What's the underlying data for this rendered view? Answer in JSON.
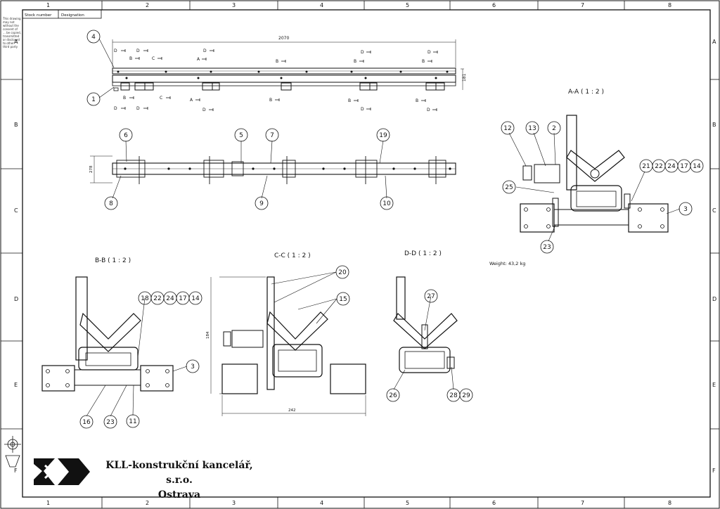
{
  "title_block": {
    "stock_number_label": "Stock number",
    "designation_label": "Designation",
    "company": "KLL-konstrukční kancelář, s.r.o.",
    "city": "Ostrava"
  },
  "legal_note": "This drawing may not without the consent of ... be copied, transmitted or disclosed to other third party",
  "frame": {
    "col_labels": [
      "1",
      "2",
      "3",
      "4",
      "5",
      "6",
      "7",
      "8"
    ],
    "row_labels": [
      "A",
      "B",
      "C",
      "D",
      "E",
      "F"
    ]
  },
  "main_view": {
    "length_dim": "2070",
    "height_dim": "181",
    "section_marks_top": [
      "D",
      "D",
      "B",
      "C",
      "A",
      "D",
      "B",
      "D",
      "B",
      "D",
      "B"
    ],
    "section_marks_bottom": [
      "D",
      "D",
      "B",
      "C",
      "A",
      "D",
      "B",
      "D",
      "B",
      "D",
      "B"
    ]
  },
  "side_view": {
    "height_dim": "278"
  },
  "views": {
    "aa": "A-A ( 1 : 2 )",
    "bb": "B-B ( 1 : 2 )",
    "cc": "C-C ( 1 : 2 )",
    "dd": "D-D ( 1 : 2 )"
  },
  "weight": "Weight: 43,2 kg",
  "cc_dims": {
    "width": "242",
    "height": "184"
  },
  "balloons": {
    "b1": "1",
    "b2": "2",
    "b3": "3",
    "b4": "4",
    "b5": "5",
    "b6": "6",
    "b7": "7",
    "b8": "8",
    "b9": "9",
    "b10": "10",
    "b11": "11",
    "b12": "12",
    "b13": "13",
    "b14": "14",
    "b15": "15",
    "b16": "16",
    "b17": "17",
    "b18": "18",
    "b19": "19",
    "b20": "20",
    "b21": "21",
    "b22": "22",
    "b23": "23",
    "b24": "24",
    "b25": "25",
    "b26": "26",
    "b27": "27",
    "b28": "28",
    "b29": "29"
  }
}
